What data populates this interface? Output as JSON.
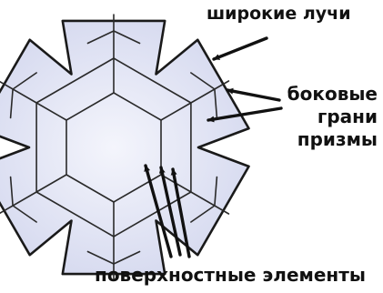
{
  "labels": {
    "wide_rays": "широкие лучи",
    "side_faces": [
      "боковые",
      "грани",
      "призмы"
    ],
    "surface_features": "поверхностные элементы"
  },
  "colors": {
    "ice_light": "#f4f5fc",
    "ice_mid": "#d3d7ee",
    "outline": "#1a1a1a",
    "arrow": "#111111"
  },
  "icons": {
    "crystal": "six-armed hexagonal snowflake crystal",
    "arrow": "pointer arrow"
  }
}
